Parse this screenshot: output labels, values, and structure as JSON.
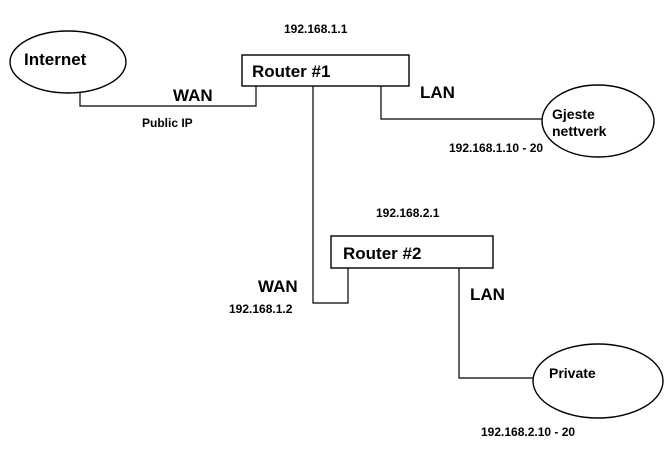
{
  "nodes": {
    "internet": {
      "label": "Internet"
    },
    "router1": {
      "label": "Router #1",
      "ip": "192.168.1.1"
    },
    "router2": {
      "label": "Router #2",
      "ip": "192.168.2.1"
    },
    "guest": {
      "label_line1": "Gjeste",
      "label_line2": "nettverk",
      "ip_range": "192.168.1.10 - 20"
    },
    "private": {
      "label": "Private",
      "ip_range": "192.168.2.10 - 20"
    }
  },
  "links": {
    "internet_router1": {
      "type": "WAN",
      "note": "Public IP"
    },
    "router1_guest": {
      "type": "LAN"
    },
    "router1_router2": {
      "type": "WAN",
      "ip": "192.168.1.2"
    },
    "router2_private": {
      "type": "LAN"
    }
  }
}
